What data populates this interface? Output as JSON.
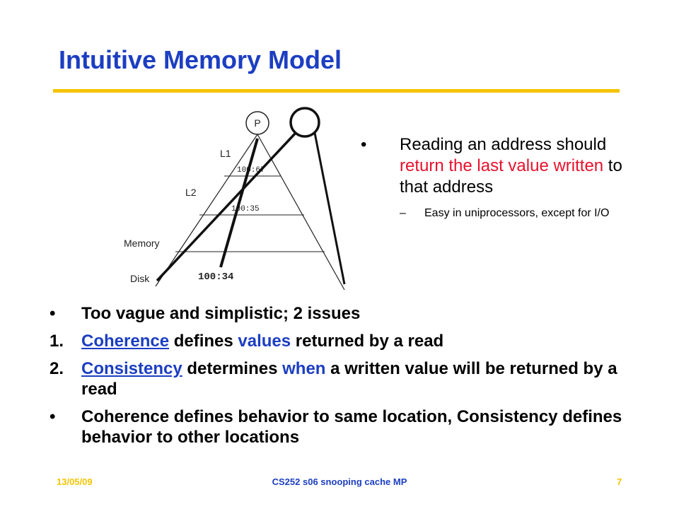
{
  "slide": {
    "title": "Intuitive Memory Model"
  },
  "diagram": {
    "processor_label": "P",
    "l1_label": "L1",
    "l2_label": "L2",
    "memory_label": "Memory",
    "disk_label": "Disk",
    "l1_value": "100:67",
    "l2_value": "100:35",
    "disk_value": "100:34"
  },
  "right_bullet": {
    "text_before": "Reading an address should ",
    "highlight": "return the last value written",
    "text_after": " to that address",
    "sub_dash": "–",
    "sub_text": "Easy in uniprocessors, except for I/O"
  },
  "main": {
    "bullet1": "Too vague and simplistic; 2 issues",
    "item1_num": "1.",
    "item1_term": "Coherence",
    "item1_mid": " defines ",
    "item1_hl": "values",
    "item1_end": " returned by a read",
    "item2_num": "2.",
    "item2_term": "Consistency",
    "item2_mid": " determines ",
    "item2_hl": "when",
    "item2_end": " a written value will be returned by a read",
    "bullet2": "Coherence defines behavior to same location, Consistency defines behavior to other locations"
  },
  "footer": {
    "date": "13/05/09",
    "course": "CS252 s06 snooping cache MP",
    "page": "7"
  }
}
